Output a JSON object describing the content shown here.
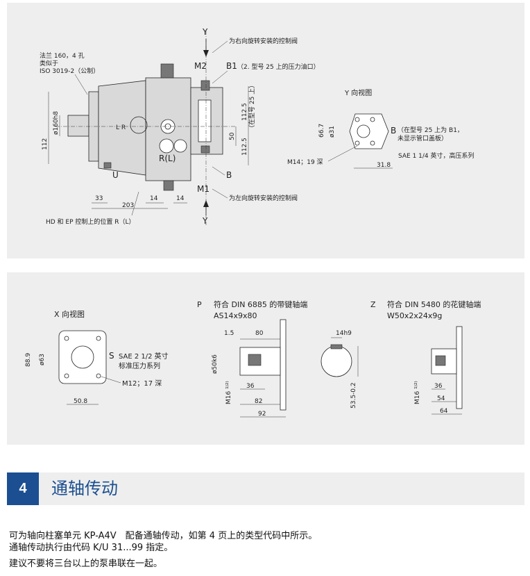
{
  "top": {
    "flange_note": [
      "法兰 160，4 孔",
      "类似于",
      "ISO 3019-2（公制）"
    ],
    "right_valve_note": "为右向旋转安装的控制阀",
    "left_valve_note": "为左向旋转安装的控制阀",
    "y_top": "Y",
    "y_bottom": "Y",
    "m2": "M2",
    "m1": "M1",
    "b1_label": "B1",
    "b1_note": "（2. 型号 25 上的压力油口）",
    "b_label": "B",
    "u_label": "U",
    "rl_label": "R(L)",
    "dim_160": "ø160h8",
    "dim_112_left": "112",
    "dim_112_5_a": "112.5",
    "dim_112_5_note": "（在型号 25 上）",
    "dim_50": "50",
    "dim_112_5_b": "112.5",
    "dim_33": "33",
    "dim_14a": "14",
    "dim_14b": "14",
    "dim_203": "203",
    "position_note": "HD 和 EP 控制上的位置 R（L）",
    "y_view_title": "Y 向视图",
    "y_view_b": "B",
    "y_view_b_note": [
      "（在型号 25 上为 B1，",
      "未显示管口盖板）"
    ],
    "y_view_sae": "SAE 1 1/4 英寸，高压系列",
    "y_view_m14": "M14；19 深",
    "y_view_667": "66.7",
    "y_view_31": "ø31",
    "y_view_318": "31.8"
  },
  "bottom": {
    "x_view_title": "X 向视图",
    "x_dim_889": "88.9",
    "x_dim_63": "ø63",
    "x_s": "S",
    "x_sae": [
      "SAE 2 1/2 英寸",
      "标准压力系列"
    ],
    "x_m12": "M12；17 深",
    "x_dim_508": "50.8",
    "p_letter": "P",
    "p_title": [
      "符合 DIN 6885 的带键轴端",
      "AS14x9x80"
    ],
    "p_dim_15": "1.5",
    "p_dim_80": "80",
    "p_dim_50k6": "ø50k6",
    "p_m16": "M16 ¹⁾²⁾",
    "p_dim_36": "36",
    "p_dim_82": "82",
    "p_dim_92": "92",
    "p_dim_14h9": "14h9",
    "p_dim_535": "53.5-0.2",
    "z_letter": "Z",
    "z_title": [
      "符合 DIN 5480 的花键轴端",
      "W50x2x24x9g"
    ],
    "z_m16": "M16 ¹⁾²⁾",
    "z_dim_36": "36",
    "z_dim_54": "54",
    "z_dim_64": "64"
  },
  "section": {
    "number": "4",
    "title": "通轴传动"
  },
  "body_text": [
    "可为轴向柱塞单元 KP-A4V　配备通轴传动，如第 4 页上的类型代码中所示。",
    "通轴传动执行由代码 K/U 31...99 指定。",
    "建议不要将三台以上的泵串联在一起。"
  ],
  "colors": {
    "accent": "#1b4f91",
    "panel": "#eeeeee"
  }
}
